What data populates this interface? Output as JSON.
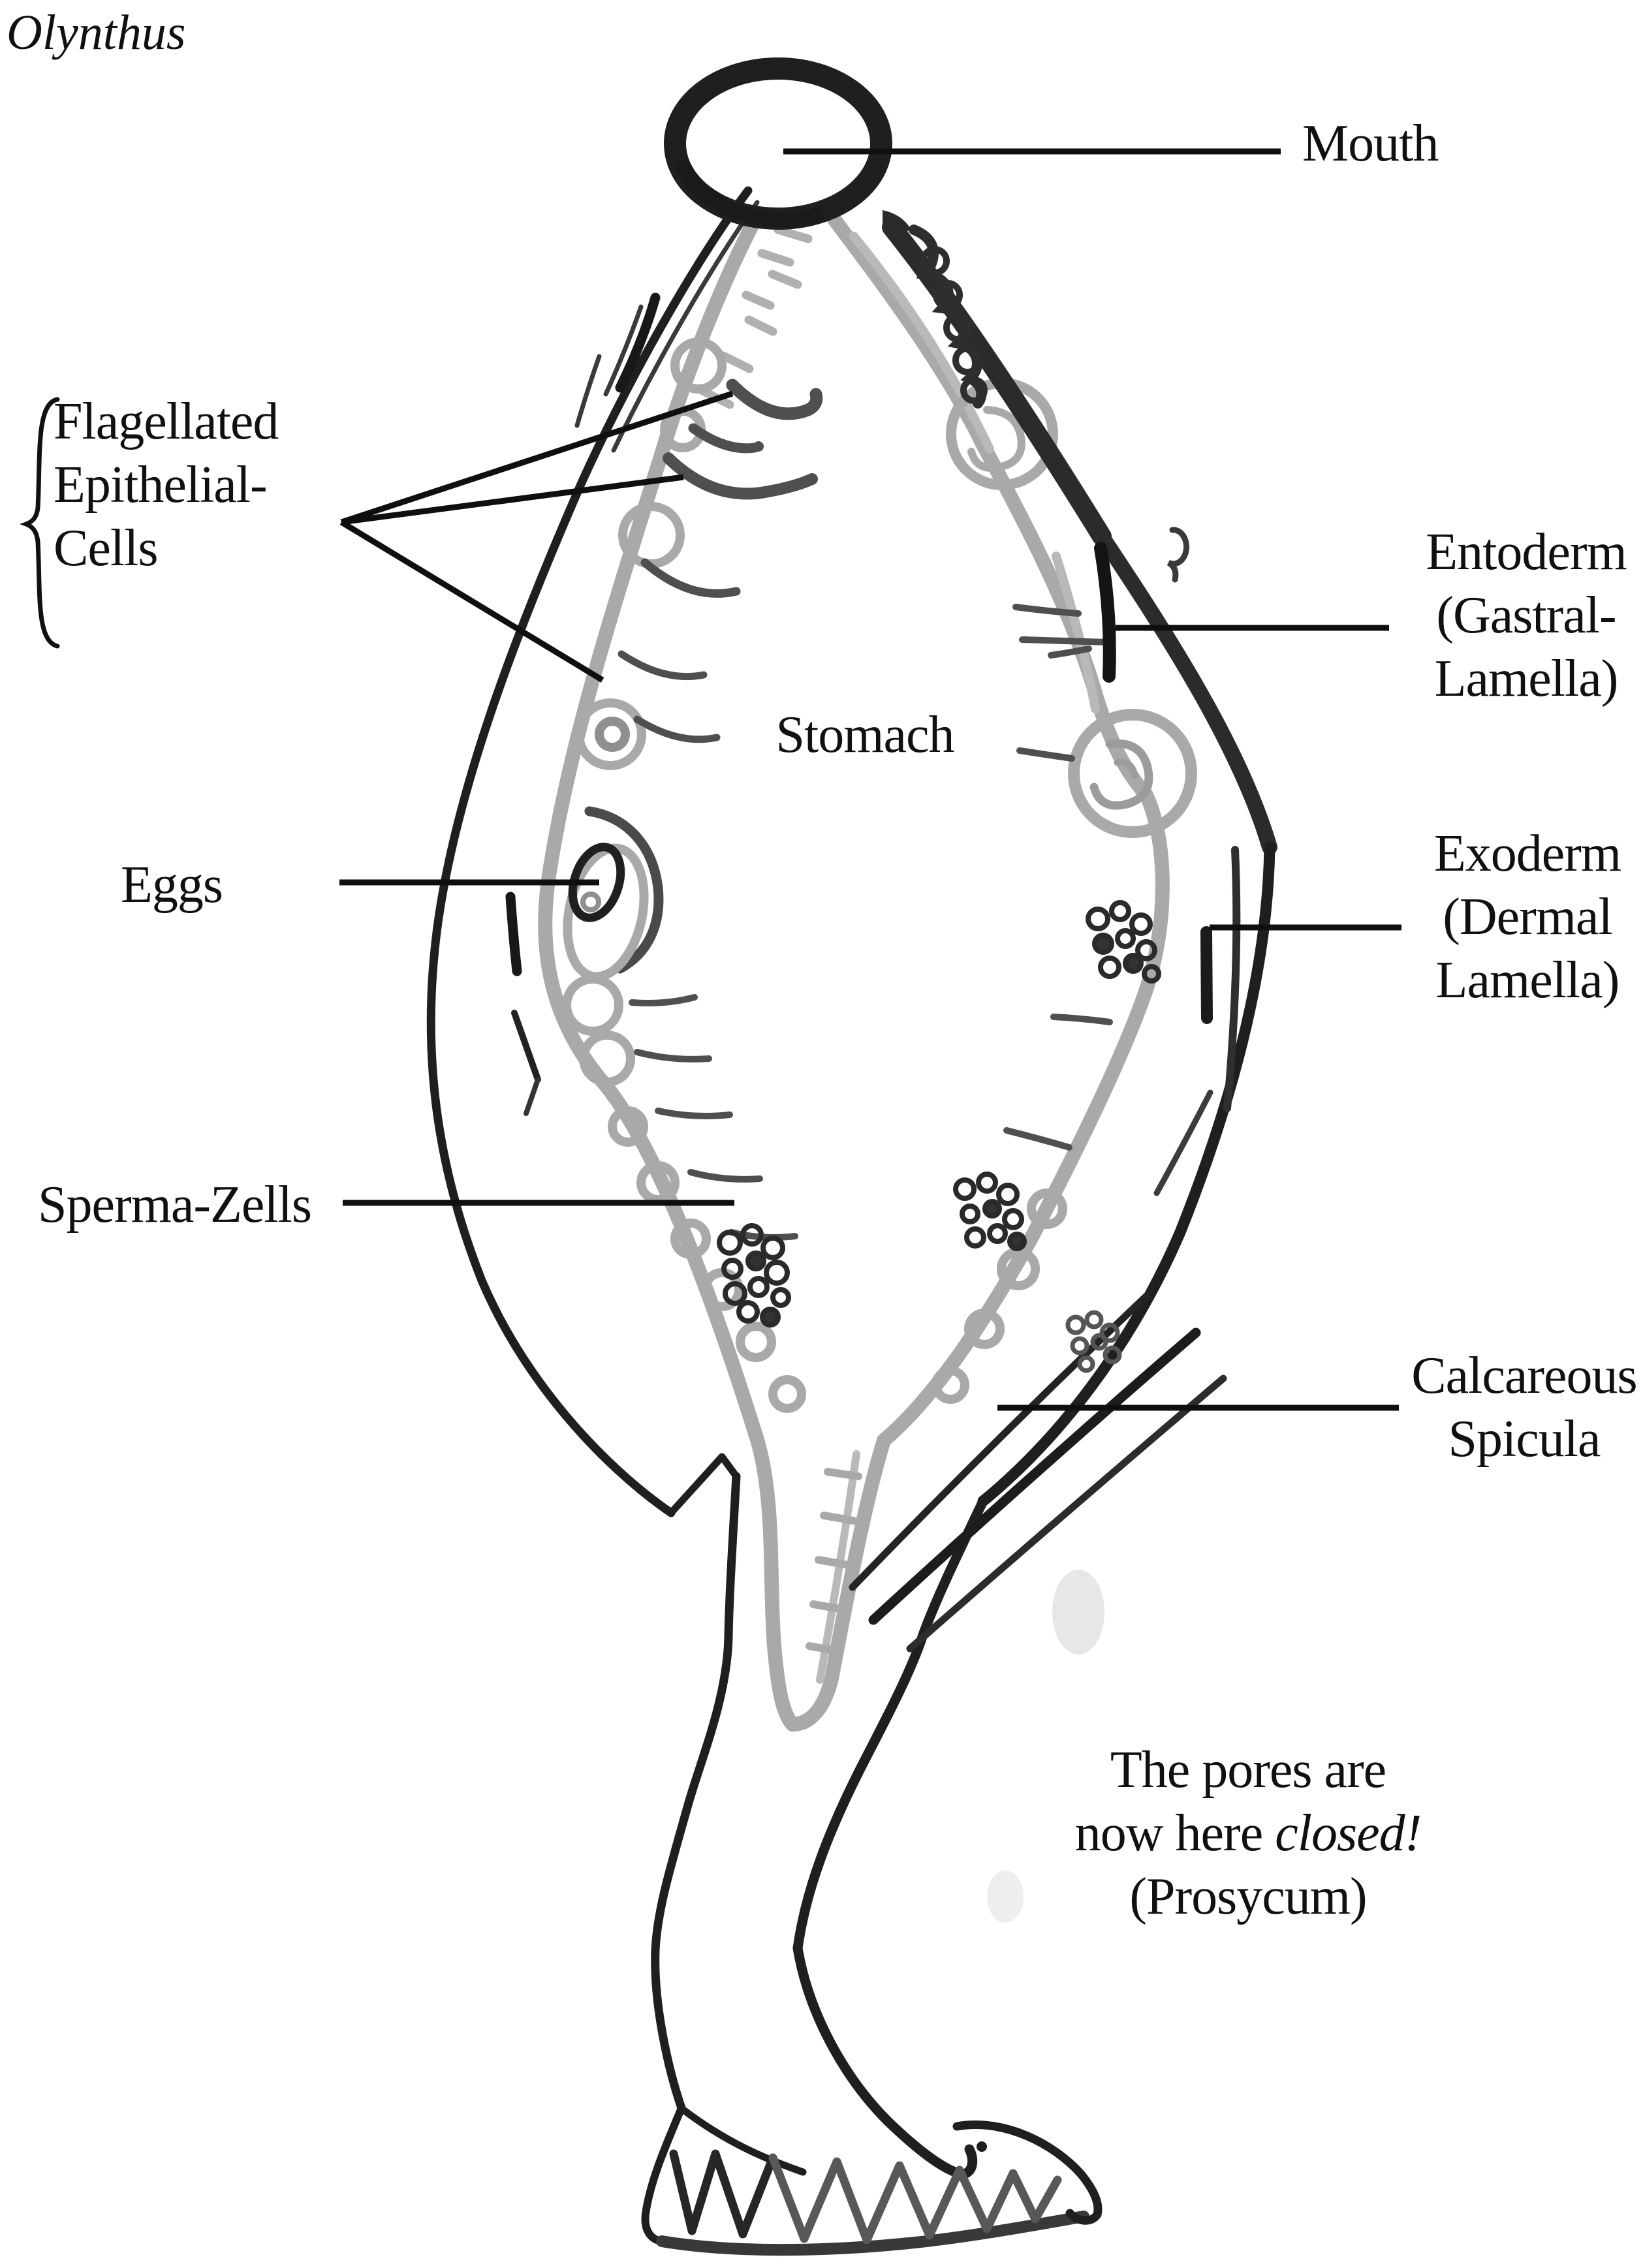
{
  "figure": {
    "title": "Olynthus",
    "subject": "longitudinal section of an Olynthus sponge stage",
    "colors": {
      "ink": "#1f1f1f",
      "wall_shade": "#2b2b2b",
      "lamella_gray": "#a9a9a9",
      "lamella_light": "#b9b9b9",
      "flagella_gray": "#4f4f4f",
      "background": "#ffffff"
    }
  },
  "labels": {
    "mouth": "Mouth",
    "flagellated": {
      "line1": "Flagellated",
      "line2": "Epithelial-",
      "line3": "Cells"
    },
    "stomach": "Stomach",
    "eggs": "Eggs",
    "entoderm": {
      "line1": "Entoderm",
      "line2": "(Gastral-",
      "line3": "Lamella)"
    },
    "exoderm": {
      "line1": "Exoderm",
      "line2": "(Dermal",
      "line3": "Lamella)"
    },
    "sperma": "Sperma-Zells",
    "calcareous": {
      "line1": "Calcareous",
      "line2": "Spicula"
    },
    "note": {
      "line1": "The pores are",
      "line2_normal": "now here ",
      "line2_italic": "closed!",
      "line3": "(Prosycum)"
    }
  }
}
